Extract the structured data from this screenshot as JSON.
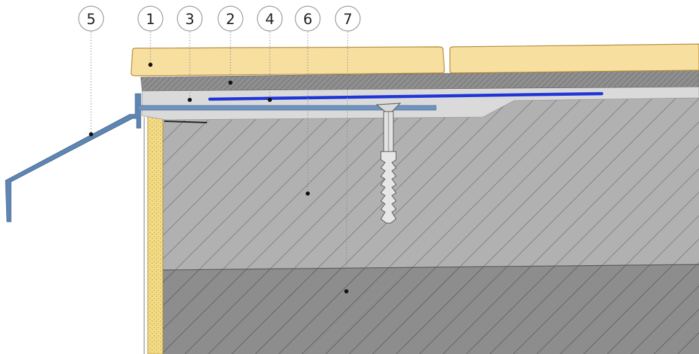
{
  "callouts": [
    {
      "id": "1",
      "label": "1"
    },
    {
      "id": "2",
      "label": "2"
    },
    {
      "id": "3",
      "label": "3"
    },
    {
      "id": "4",
      "label": "4"
    },
    {
      "id": "5",
      "label": "5"
    },
    {
      "id": "6",
      "label": "6"
    },
    {
      "id": "7",
      "label": "7"
    }
  ],
  "colors": {
    "tile": "#f7dfa0",
    "tile_edge": "#b58a3a",
    "mortar": "#8a8a8a",
    "membrane": "#dadada",
    "drip_edge": "#5f86b3",
    "blue_tape": "#1f35d6",
    "concrete_upper": "#b1b1b1",
    "concrete_lower": "#8d8d8d",
    "insulation": "#f2dc86",
    "anchor": "#d8d8d8"
  }
}
